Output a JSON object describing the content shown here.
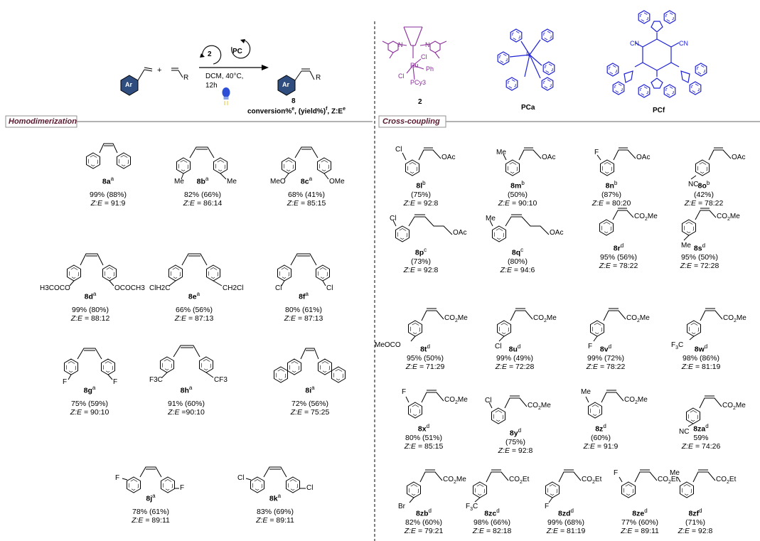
{
  "scheme": {
    "catalyst_label": "2",
    "photocat_label": "PC",
    "conditions_1": "DCM, 40°C,",
    "conditions_2": "12h",
    "product_label": "8",
    "caption": "conversion%",
    "caption_sup1": "e",
    "caption_mid": ", (yield%)",
    "caption_sup2": "f",
    "caption_end": ", Z:E",
    "caption_sup3": "e",
    "reactant_R": "R",
    "product_R": "R",
    "ar_label": "Ar",
    "plus": "+"
  },
  "catalysts": {
    "grubbs_label": "2",
    "pca_label": "PCa",
    "pcf_label": "PCf",
    "grubbs_atoms": {
      "cl1": "Cl",
      "cl2": "Cl",
      "ru": "Ru",
      "ph": "Ph",
      "pcy3": "PCy3",
      "n1": "N",
      "n2": "N"
    },
    "ir_atom": "Ir",
    "cn1": "CN",
    "cn2": "CN"
  },
  "sections": {
    "homo": "Homodimerization",
    "cross": "Cross-coupling"
  },
  "homo_compounds": [
    {
      "id": "8a",
      "sup": "a",
      "result": "99% (88%)",
      "ze": "91:9"
    },
    {
      "id": "8b",
      "sup": "a",
      "result": "82% (66%)",
      "ze": "86:14"
    },
    {
      "id": "8c",
      "sup": "a",
      "result": "68% (41%)",
      "ze": "85:15"
    },
    {
      "id": "8d",
      "sup": "a",
      "result": "99% (80%)",
      "ze": "88:12"
    },
    {
      "id": "8e",
      "sup": "a",
      "result": "66% (56%)",
      "ze": "87:13"
    },
    {
      "id": "8f",
      "sup": "a",
      "result": "80% (61%)",
      "ze": "87:13"
    },
    {
      "id": "8g",
      "sup": "a",
      "result": "75% (59%)",
      "ze": "90:10"
    },
    {
      "id": "8h",
      "sup": "a",
      "result": "91% (60%)",
      "ze": "=90:10"
    },
    {
      "id": "8i",
      "sup": "a",
      "result": "72% (56%)",
      "ze": "75:25"
    },
    {
      "id": "8j",
      "sup": "a",
      "result": "78% (61%)",
      "ze": "89:11"
    },
    {
      "id": "8k",
      "sup": "a",
      "result": "83% (69%)",
      "ze": "89:11"
    }
  ],
  "homo_subst": {
    "8b": "Me",
    "8c": "MeO",
    "8c2": "OMe",
    "8d": "H3COCO",
    "8d2": "OCOCH3",
    "8e": "ClH2C",
    "8e2": "CH2Cl",
    "8f": "Cl",
    "8g": "F",
    "8h": "F3C",
    "8h2": "CF3",
    "8j": "F",
    "8k": "Cl"
  },
  "cross_compounds": [
    {
      "id": "8l",
      "sup": "b",
      "result": "(75%)",
      "ze": "92:8",
      "sub": "Cl",
      "tail": "OAc"
    },
    {
      "id": "8m",
      "sup": "b",
      "result": "(50%)",
      "ze": "90:10",
      "sub": "Me",
      "tail": "OAc"
    },
    {
      "id": "8n",
      "sup": "b",
      "result": "(87%)",
      "ze": "80:20",
      "sub": "F",
      "tail": "OAc"
    },
    {
      "id": "8o",
      "sup": "b",
      "result": "(42%)",
      "ze": "78:22",
      "sub": "NC",
      "tail": "OAc"
    },
    {
      "id": "8p",
      "sup": "c",
      "result": "(73%)",
      "ze": "92:8",
      "sub": "Cl",
      "tail": "OAc"
    },
    {
      "id": "8q",
      "sup": "c",
      "result": "(80%)",
      "ze": "94:6",
      "sub": "Me",
      "tail": "OAc"
    },
    {
      "id": "8r",
      "sup": "d",
      "result": "95% (56%)",
      "ze": "78:22",
      "sub": "",
      "tail": "CO2Me"
    },
    {
      "id": "8s",
      "sup": "d",
      "result": "95% (50%)",
      "ze": "72:28",
      "sub": "Me",
      "tail": "CO2Me"
    },
    {
      "id": "8t",
      "sup": "d",
      "result": "95% (50%)",
      "ze": "71:29",
      "sub": "MeOCO",
      "tail": "CO2Me"
    },
    {
      "id": "8u",
      "sup": "d",
      "result": "99% (49%)",
      "ze": "72:28",
      "sub": "Cl",
      "tail": "CO2Me"
    },
    {
      "id": "8v",
      "sup": "d",
      "result": "99% (72%)",
      "ze": "78:22",
      "sub": "F",
      "tail": "CO2Me"
    },
    {
      "id": "8w",
      "sup": "d",
      "result": "98% (86%)",
      "ze": "81:19",
      "sub": "F3C",
      "tail": "CO2Me"
    },
    {
      "id": "8x",
      "sup": "d",
      "result": "80% (51%)",
      "ze": "85:15",
      "sub": "F",
      "tail": "CO2Me"
    },
    {
      "id": "8y",
      "sup": "d",
      "result": "(75%)",
      "ze": "92:8",
      "sub": "Cl",
      "tail": "CO2Me"
    },
    {
      "id": "8z",
      "sup": "d",
      "result": "(60%)",
      "ze": "91:9",
      "sub": "Me",
      "tail": "CO2Me"
    },
    {
      "id": "8za",
      "sup": "d",
      "result": "59%",
      "ze": "74:26",
      "sub": "NC",
      "tail": "CO2Me"
    },
    {
      "id": "8zb",
      "sup": "d",
      "result": "82% (60%)",
      "ze": "79:21",
      "sub": "Br",
      "tail": "CO2Me"
    },
    {
      "id": "8zc",
      "sup": "d",
      "result": "98% (66%)",
      "ze": "82:18",
      "sub": "F3C",
      "tail": "CO2Et"
    },
    {
      "id": "8zd",
      "sup": "d",
      "result": "99% (68%)",
      "ze": "81:19",
      "sub": "F",
      "tail": "CO2Et"
    },
    {
      "id": "8ze",
      "sup": "d",
      "result": "77% (60%)",
      "ze": "89:11",
      "sub": "F",
      "tail": "CO2Et"
    },
    {
      "id": "8zf",
      "sup": "d",
      "result": "(71%)",
      "ze": "92:8",
      "sub": "Me",
      "tail": "CO2Et"
    }
  ],
  "ze_prefix": "Z:E =",
  "colors": {
    "section_text": "#5a1a2e",
    "catalyst_purple": "#8a2d9b",
    "photocat_blue": "#1f22d6",
    "ar_fill": "#2f4d7e",
    "bulb_blue": "#2d4fd8"
  }
}
